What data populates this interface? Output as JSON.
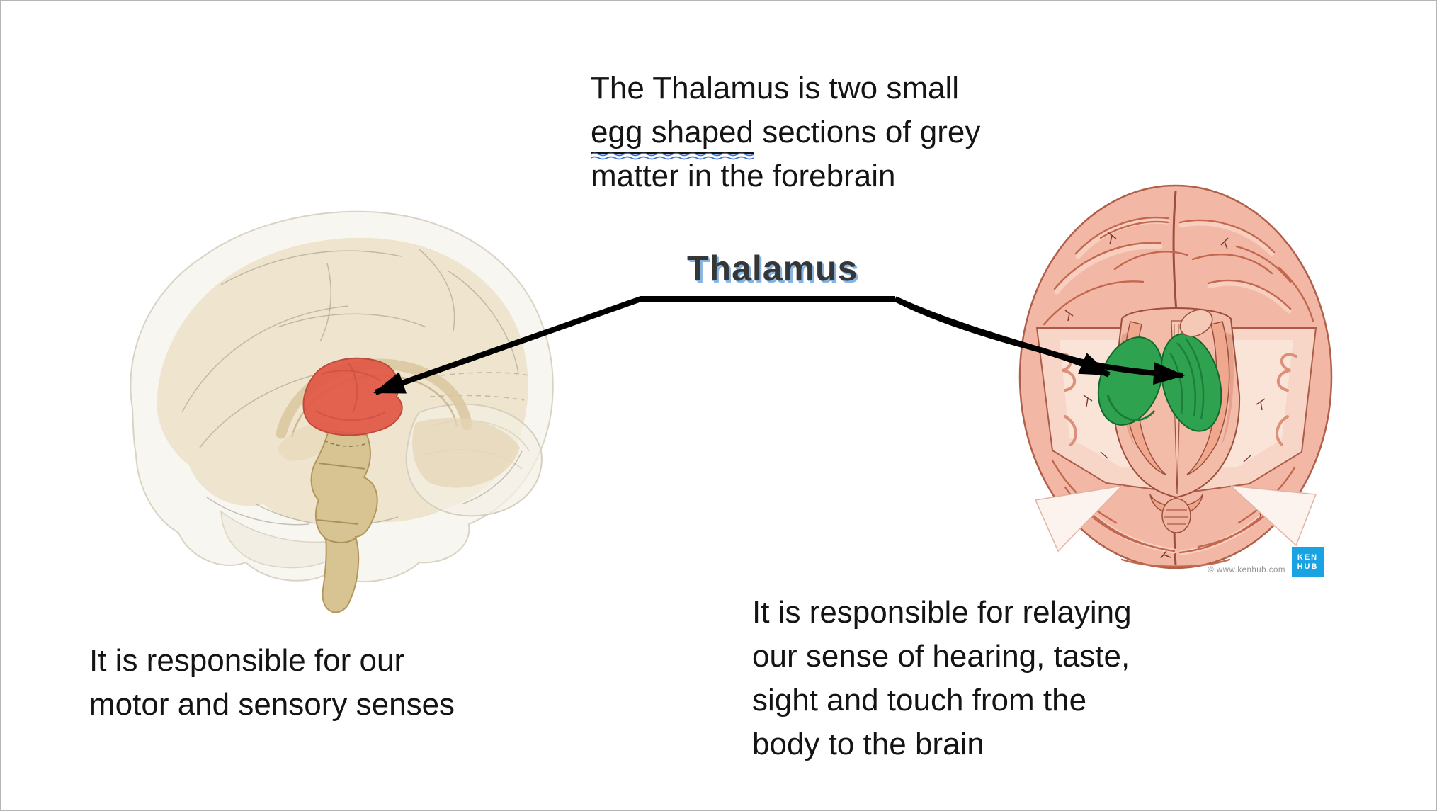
{
  "definition": {
    "line1": "The Thalamus is two small",
    "line2_underlined": "egg shaped",
    "line2_rest": " sections of grey",
    "line3": "matter in the forebrain"
  },
  "label": "Thalamus",
  "left_caption": [
    "It is responsible for our",
    "motor and sensory senses"
  ],
  "right_caption": [
    "It is responsible for relaying",
    "our sense of hearing, taste,",
    "sight and touch from the",
    "body to the brain"
  ],
  "kenhub": {
    "logo_top": "KEN",
    "logo_bottom": "HUB",
    "copyright": "© www.kenhub.com"
  },
  "colors": {
    "thalamus_highlight_red": "#e05a48",
    "thalamus_highlight_green": "#2ea24f",
    "kenhub_blue": "#1aa3e2",
    "label_shadow_blue": "#85b3e2",
    "grammar_squiggle_blue": "#3c6fd0"
  }
}
